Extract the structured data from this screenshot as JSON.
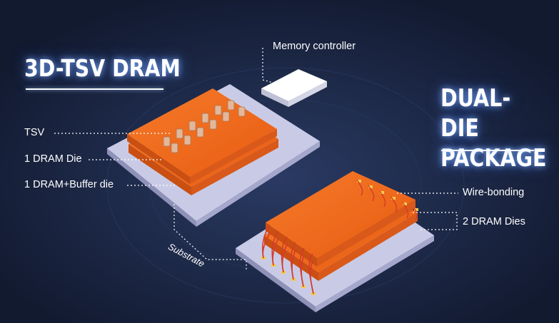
{
  "title_left": "3D-TSV DRAM",
  "title_right_line1": "DUAL-DIE",
  "title_right_line2": "PACKAGE",
  "labels": {
    "memory_controller": "Memory controller",
    "tsv": "TSV",
    "dram_die": "1 DRAM Die",
    "buffer_die": "1 DRAM+Buffer die",
    "wire_bonding": "Wire-bonding",
    "two_dram_dies": "2 DRAM Dies",
    "substrate": "Substrate"
  },
  "colors": {
    "background": "#16203a",
    "die_orange": "#f26a1b",
    "substrate": "#c9cbe6",
    "wire": "#d63a2a",
    "pad": "#f7c94a"
  }
}
